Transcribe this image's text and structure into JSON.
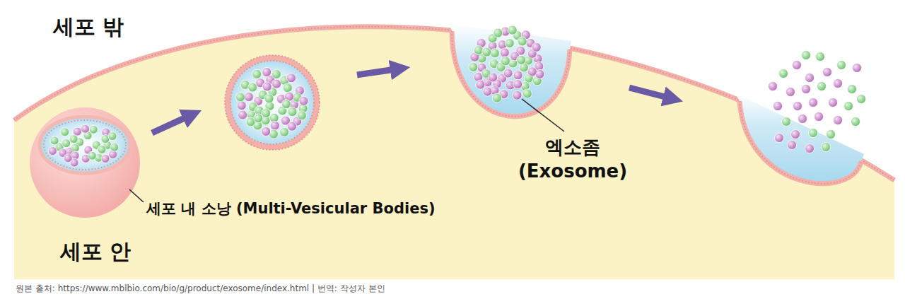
{
  "diagram": {
    "caption": "원본 출처: https://www.mblbio.com/bio/g/product/exosome/index.html | 번역: 작성자 본인",
    "labels": [
      "세포 밖",
      "세포 내 소낭 (Multi-Vesicular Bodies)",
      "엑소좀 (Exosome)",
      "세포 안"
    ]
  }
}
